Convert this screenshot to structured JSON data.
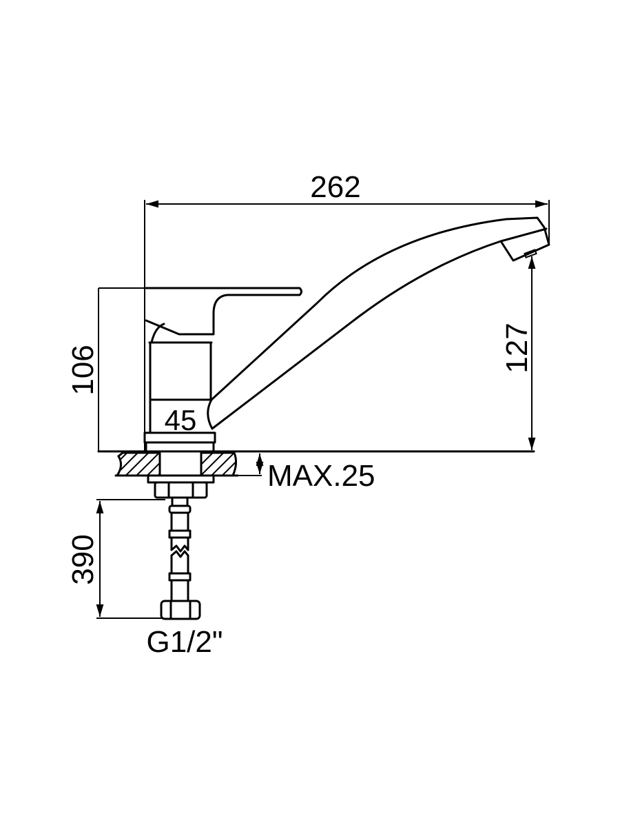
{
  "drawing": {
    "dimensions": {
      "overall_length": "262",
      "body_height": "106",
      "spout_height": "127",
      "body_diameter": "45",
      "max_counter_thickness": "MAX.25",
      "hose_length": "390",
      "connection_thread": "G1/2\""
    },
    "line_color": "#000000",
    "background_color": "#ffffff"
  }
}
